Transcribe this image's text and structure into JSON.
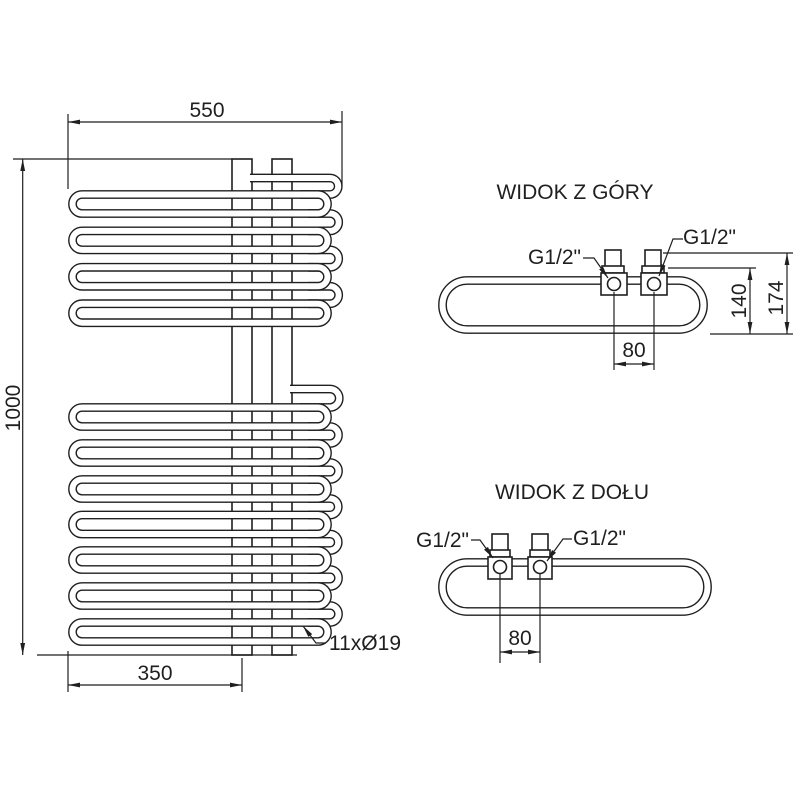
{
  "colors": {
    "line": "#1f1f1f",
    "background": "#ffffff"
  },
  "front_view": {
    "dim_width_total": "550",
    "dim_height_total": "1000",
    "dim_width_bottom": "350",
    "tube_callout": "11xØ19"
  },
  "top_view": {
    "title": "WIDOK Z GÓRY",
    "thread_left": "G1/2\"",
    "thread_right": "G1/2\"",
    "dim_connection_spacing": "80",
    "dim_depth_to_valve": "140",
    "dim_depth_total": "174"
  },
  "bottom_view": {
    "title": "WIDOK Z DOŁU",
    "thread_left": "G1/2\"",
    "thread_right": "G1/2\"",
    "dim_connection_spacing": "80"
  }
}
